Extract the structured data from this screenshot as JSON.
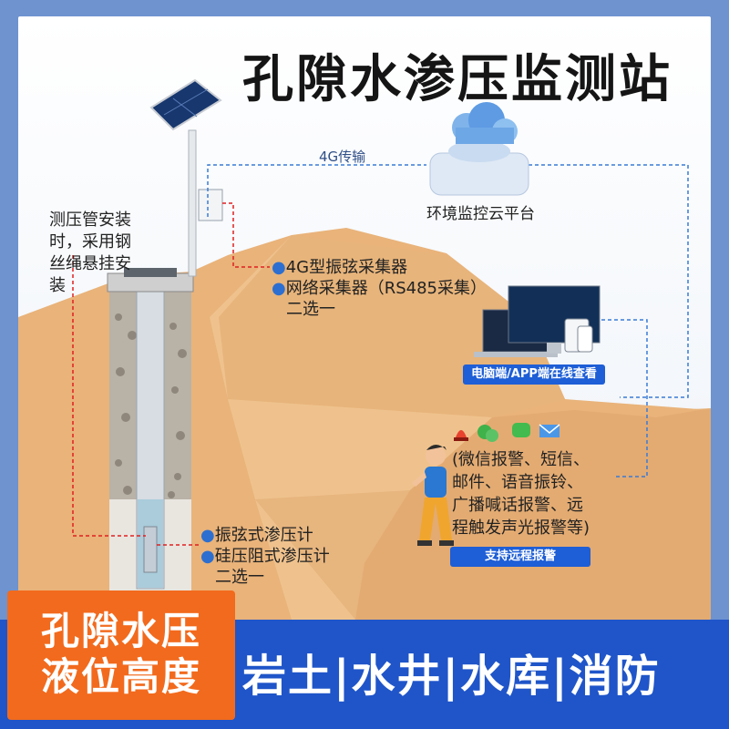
{
  "title": "孔隙水渗压监测站",
  "transmission": "4G传输",
  "cloud_label": "环境监控云平台",
  "install_note": [
    "测压管安装",
    "时，采用钢",
    "丝绳悬挂安",
    "装"
  ],
  "collector": {
    "item1": "4G型振弦采集器",
    "item2": "网络采集器（RS485采集）",
    "choice": "二选一"
  },
  "sensor": {
    "item1": "振弦式渗压计",
    "item2": "硅压阻式渗压计",
    "choice": "二选一"
  },
  "view_pill": "电脑端/APP端在线查看",
  "alarm": {
    "lines": [
      "(微信报警、短信、",
      "邮件、语音振铃、",
      "广播喊话报警、远",
      "程触发声光报警等)"
    ],
    "pill": "支持远程报警"
  },
  "badge": [
    "孔隙水压",
    "液位高度"
  ],
  "tagline": "岩土|水井|水库|消防",
  "colors": {
    "accent": "#1f55c9",
    "orange": "#f26a1d",
    "soil": "#e6b27a",
    "line": "#3a7bd5",
    "red_line": "#e02020"
  }
}
